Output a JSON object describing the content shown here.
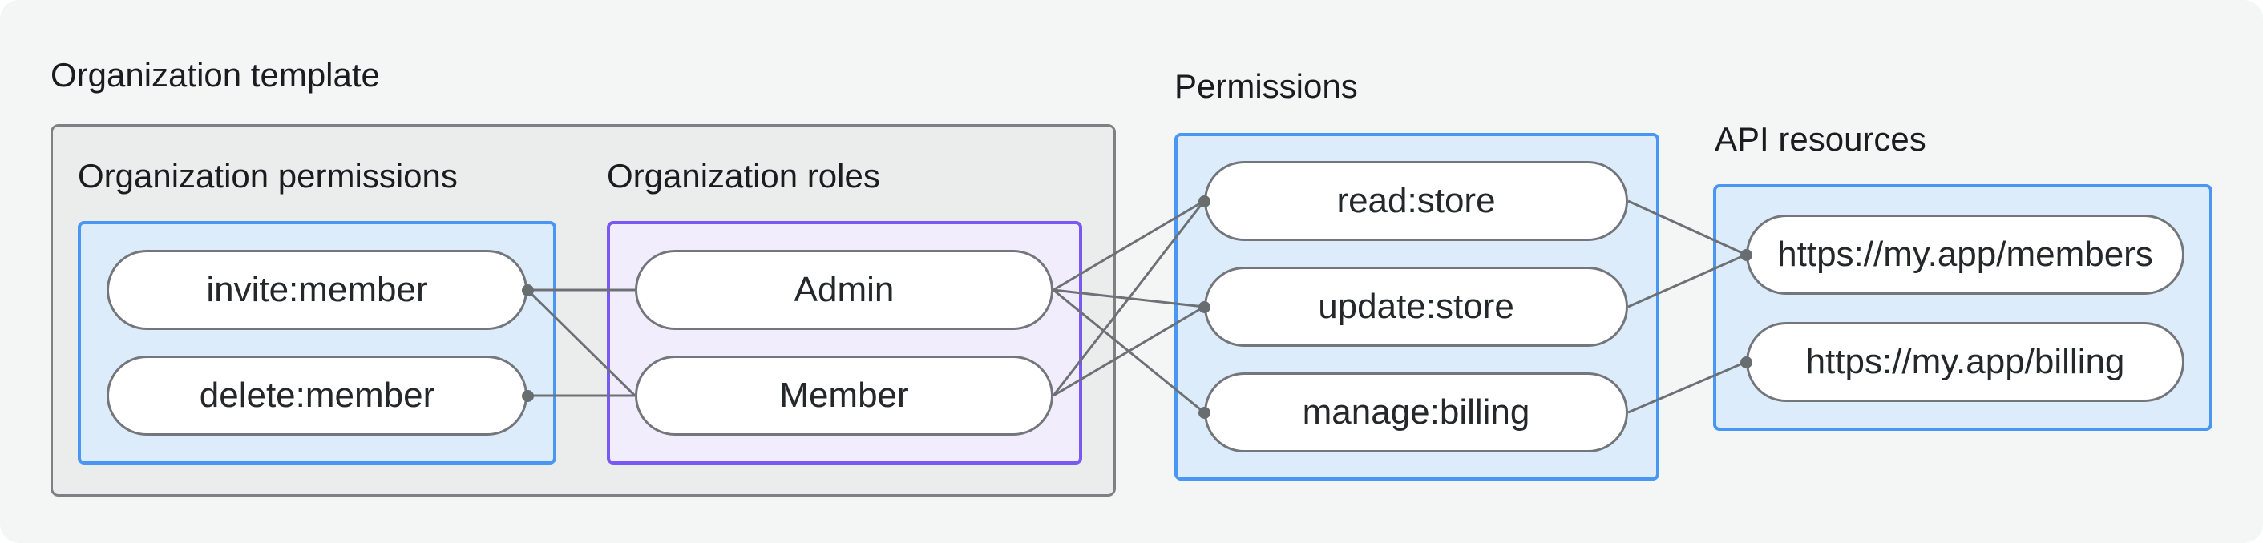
{
  "labels": {
    "org_template": "Organization template",
    "org_permissions": "Organization permissions",
    "org_roles": "Organization roles",
    "permissions": "Permissions",
    "api_resources": "API resources"
  },
  "pills": {
    "org_permissions": [
      "invite:member",
      "delete:member"
    ],
    "org_roles": [
      "Admin",
      "Member"
    ],
    "permissions": [
      "read:store",
      "update:store",
      "manage:billing"
    ],
    "api_resources": [
      "https://my.app/members",
      "https://my.app/billing"
    ]
  },
  "edges": [
    {
      "from": "invite:member",
      "to": "Admin"
    },
    {
      "from": "invite:member",
      "to": "Member"
    },
    {
      "from": "delete:member",
      "to": "Member"
    },
    {
      "from": "Admin",
      "to": "read:store"
    },
    {
      "from": "Admin",
      "to": "update:store"
    },
    {
      "from": "Admin",
      "to": "manage:billing"
    },
    {
      "from": "Member",
      "to": "read:store"
    },
    {
      "from": "Member",
      "to": "update:store"
    },
    {
      "from": "read:store",
      "to": "https://my.app/members"
    },
    {
      "from": "update:store",
      "to": "https://my.app/members"
    },
    {
      "from": "manage:billing",
      "to": "https://my.app/billing"
    }
  ],
  "colors": {
    "canvas_bg": "#f4f6f6",
    "gray_fill": "#ebedec",
    "gray_border": "#7e8184",
    "blue_fill": "#ddecfb",
    "blue_border": "#4a96f3",
    "purple_fill": "#f2edfc",
    "purple_border": "#7a58f4",
    "pill_border": "#73777b",
    "line_color": "#6d7175",
    "dot_color": "#686d70",
    "heading_color": "#1a1d20",
    "pill_text": "#25282b"
  }
}
